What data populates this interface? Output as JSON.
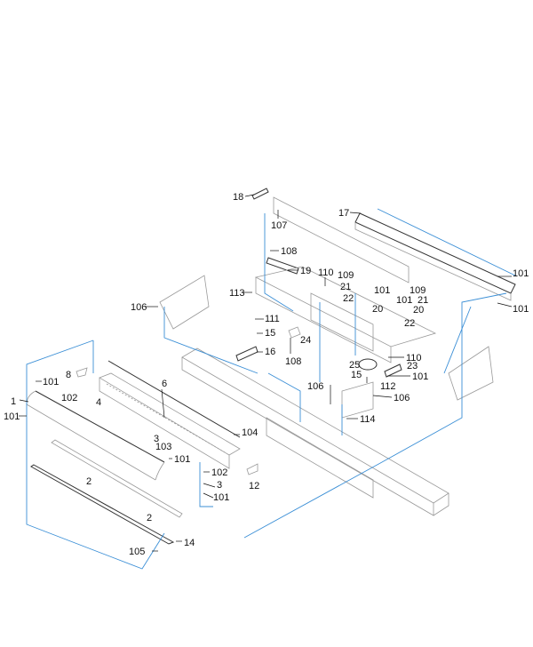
{
  "diagram": {
    "type": "exploded parts diagram",
    "colors": {
      "reference_lines": "#3b8fd6",
      "parts": "#999999",
      "labels": "#111111"
    },
    "labels": [
      "18",
      "107",
      "17",
      "108",
      "19",
      "110",
      "109",
      "101",
      "21",
      "113",
      "22",
      "20",
      "109",
      "101",
      "21",
      "20",
      "22",
      "106",
      "111",
      "24",
      "15",
      "16",
      "108",
      "110",
      "25",
      "23",
      "15",
      "101",
      "112",
      "106",
      "106",
      "114",
      "101",
      "101",
      "8",
      "101",
      "6",
      "1",
      "102",
      "4",
      "101",
      "3",
      "103",
      "104",
      "101",
      "102",
      "3",
      "12",
      "101",
      "2",
      "2",
      "14",
      "105"
    ]
  }
}
